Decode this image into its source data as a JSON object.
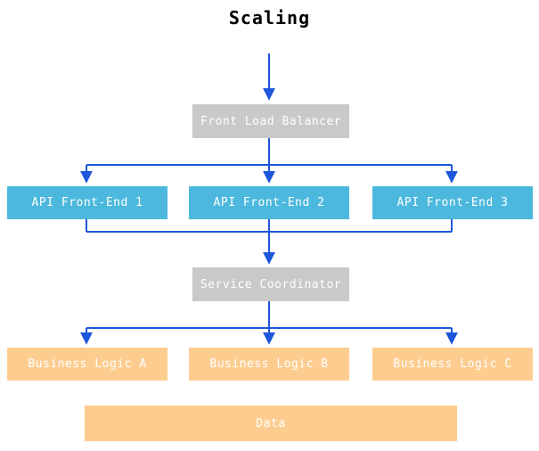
{
  "title": "Scaling",
  "colors": {
    "arrow": "#1d56db",
    "gray_box": "#c9c9c9",
    "blue_box": "#4cb8dd",
    "orange_box": "#fdcd90",
    "box_text": "#ffffff",
    "title_text": "#000000",
    "background": "#ffffff"
  },
  "nodes": {
    "front_load_balancer": {
      "label": "Front Load Balancer",
      "color": "#c9c9c9"
    },
    "api_front_end_1": {
      "label": "API Front-End 1",
      "color": "#4cb8dd"
    },
    "api_front_end_2": {
      "label": "API Front-End 2",
      "color": "#4cb8dd"
    },
    "api_front_end_3": {
      "label": "API Front-End 3",
      "color": "#4cb8dd"
    },
    "service_coordinator": {
      "label": "Service Coordinator",
      "color": "#c9c9c9"
    },
    "business_logic_a": {
      "label": "Business Logic A",
      "color": "#fdcd90"
    },
    "business_logic_b": {
      "label": "Business Logic B",
      "color": "#fdcd90"
    },
    "business_logic_c": {
      "label": "Business Logic C",
      "color": "#fdcd90"
    },
    "data_store": {
      "label": "Data",
      "color": "#fdcd90"
    }
  },
  "edges": [
    {
      "from": "title",
      "to": "front_load_balancer"
    },
    {
      "from": "front_load_balancer",
      "to": "api_front_end_1"
    },
    {
      "from": "front_load_balancer",
      "to": "api_front_end_2"
    },
    {
      "from": "front_load_balancer",
      "to": "api_front_end_3"
    },
    {
      "from": "api_front_end_1",
      "to": "service_coordinator"
    },
    {
      "from": "api_front_end_2",
      "to": "service_coordinator"
    },
    {
      "from": "api_front_end_3",
      "to": "service_coordinator"
    },
    {
      "from": "service_coordinator",
      "to": "business_logic_a"
    },
    {
      "from": "service_coordinator",
      "to": "business_logic_b"
    },
    {
      "from": "service_coordinator",
      "to": "business_logic_c"
    }
  ]
}
